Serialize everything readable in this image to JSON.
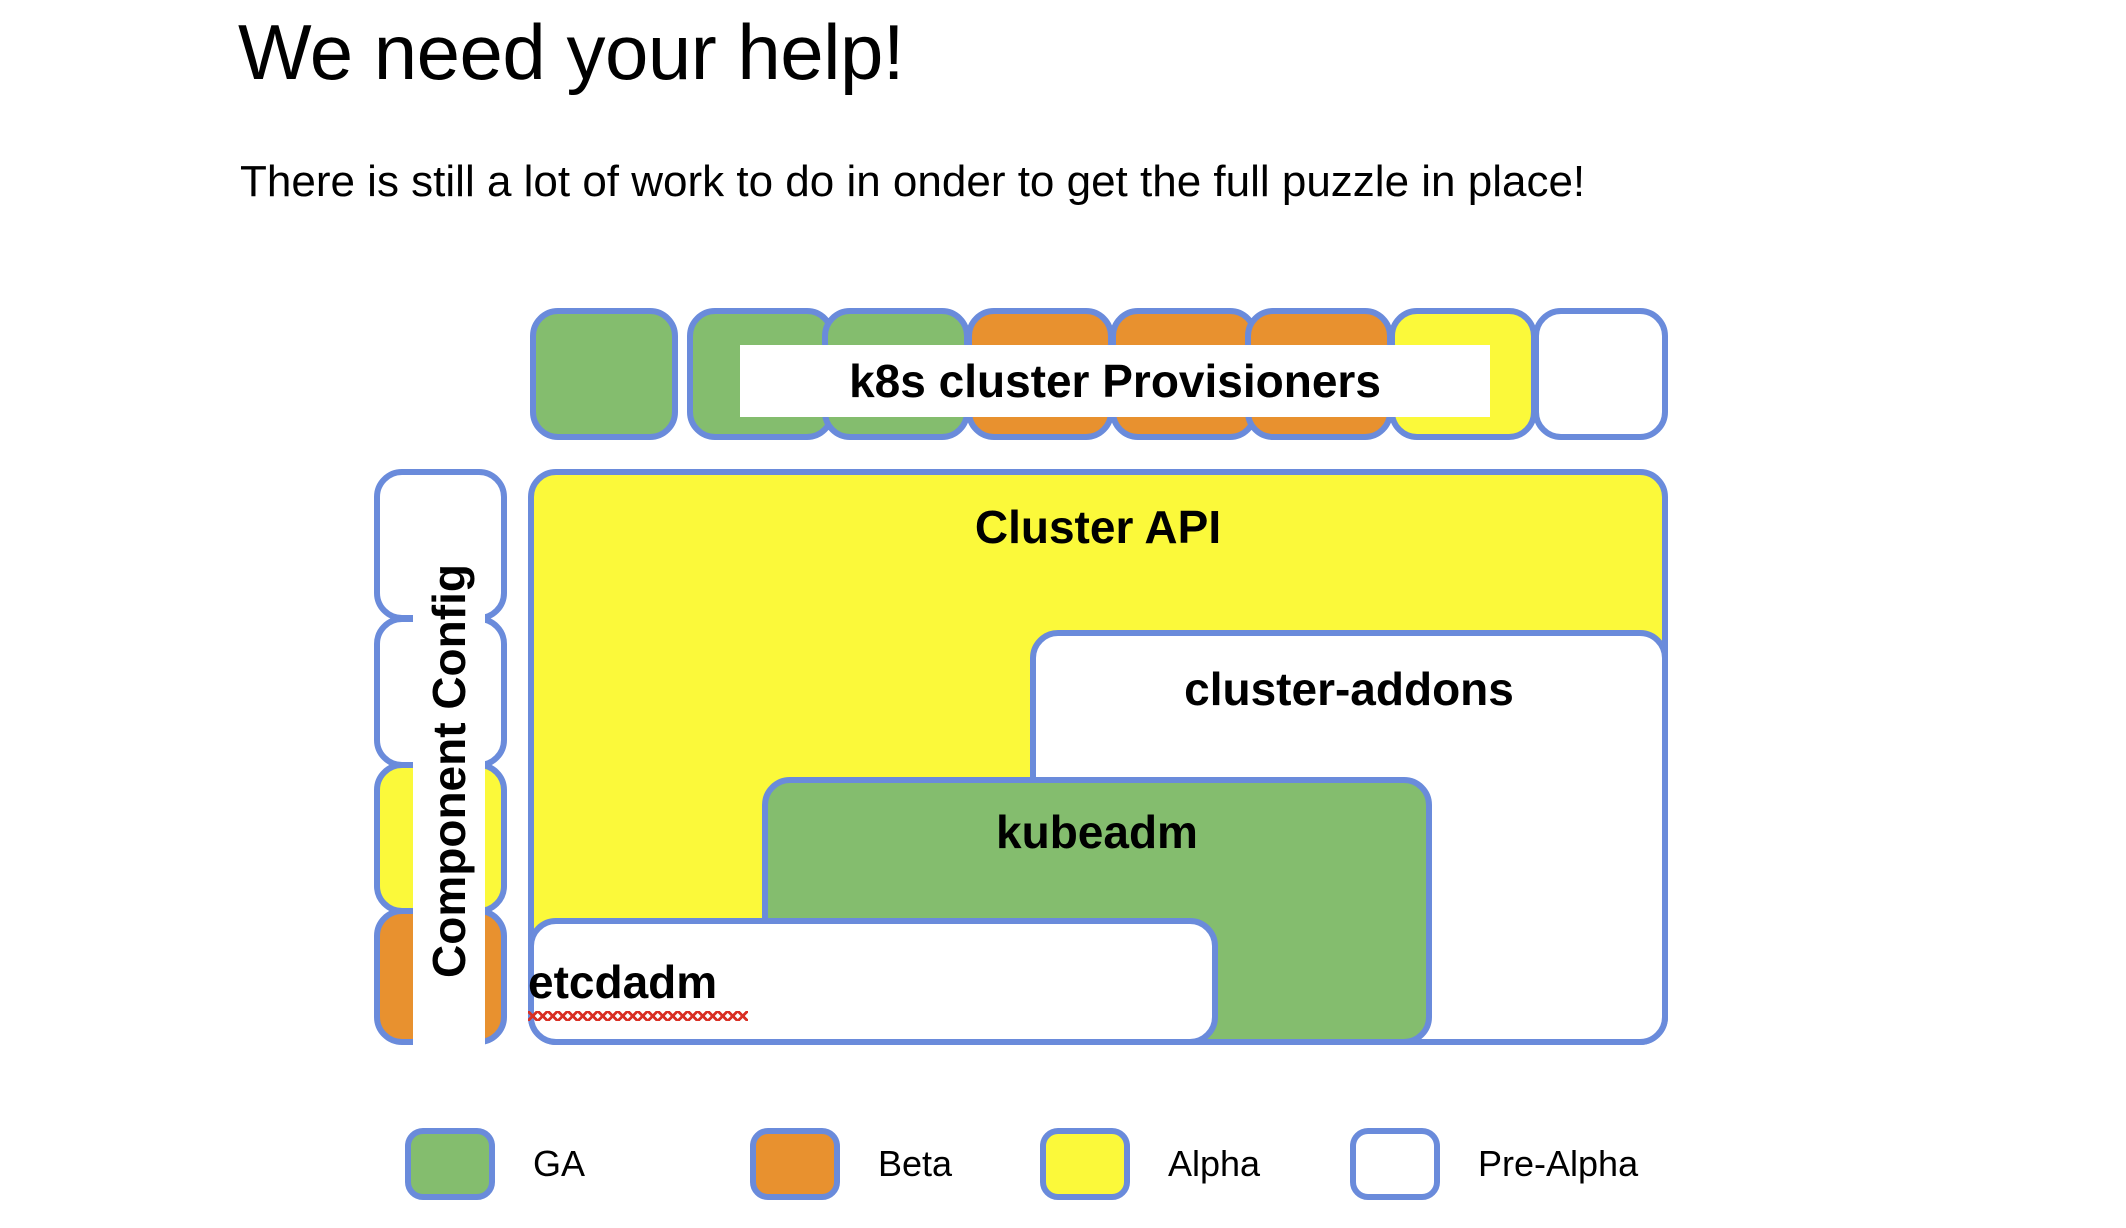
{
  "slide": {
    "title": "We need your help!",
    "subtitle": "There is still a lot of work to do in onder to get the full puzzle in place!"
  },
  "colors": {
    "ga_green": "#84bd6e",
    "beta_orange": "#e8912f",
    "alpha_yellow": "#fbf93a",
    "pre_alpha_white": "#ffffff",
    "border_blue": "#6a8bdb",
    "spellcheck_red": "#d93025"
  },
  "provisioners_row": {
    "label": "k8s cluster Provisioners",
    "boxes": [
      {
        "status": "GA",
        "color": "green"
      },
      {
        "status": "GA",
        "color": "green"
      },
      {
        "status": "GA",
        "color": "green"
      },
      {
        "status": "Beta",
        "color": "orange"
      },
      {
        "status": "Beta",
        "color": "orange"
      },
      {
        "status": "Beta",
        "color": "orange"
      },
      {
        "status": "Alpha",
        "color": "yellow"
      },
      {
        "status": "Pre-Alpha",
        "color": "white"
      }
    ]
  },
  "component_config": {
    "label": "Component Config",
    "boxes": [
      {
        "status": "Pre-Alpha",
        "color": "white"
      },
      {
        "status": "Pre-Alpha",
        "color": "white"
      },
      {
        "status": "Alpha",
        "color": "yellow"
      },
      {
        "status": "Beta",
        "color": "orange"
      }
    ]
  },
  "puzzle": {
    "cluster_api": {
      "label": "Cluster API",
      "status": "Alpha"
    },
    "cluster_addons": {
      "label": "cluster-addons",
      "status": "Pre-Alpha"
    },
    "kubeadm": {
      "label": "kubeadm",
      "status": "GA"
    },
    "etcdadm": {
      "label": "etcdadm",
      "status": "Pre-Alpha",
      "spellcheck_underline": true
    }
  },
  "legend": {
    "items": [
      {
        "label": "GA",
        "color": "green"
      },
      {
        "label": "Beta",
        "color": "orange"
      },
      {
        "label": "Alpha",
        "color": "yellow"
      },
      {
        "label": "Pre-Alpha",
        "color": "white"
      }
    ]
  }
}
